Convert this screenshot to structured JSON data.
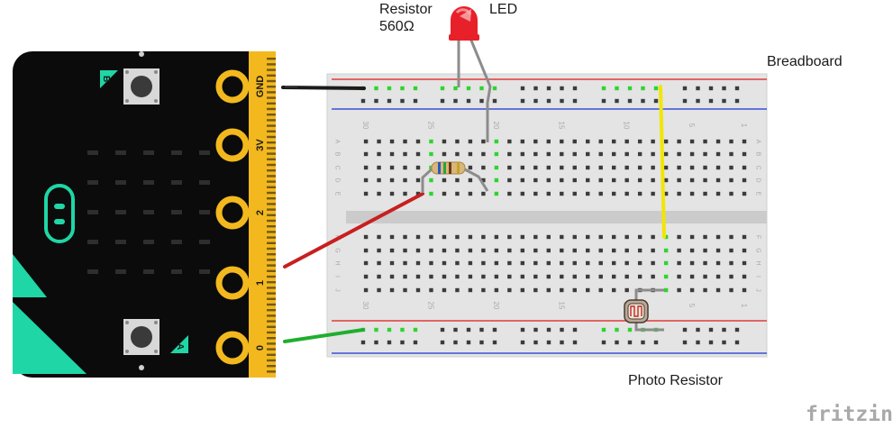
{
  "labels": {
    "resistor_line1": "Resistor",
    "resistor_line2": "560Ω",
    "led": "LED",
    "breadboard": "Breadboard",
    "photo_resistor": "Photo Resistor",
    "brand": "fritzing"
  },
  "microbit": {
    "pins": [
      "GND",
      "3V",
      "2",
      "1",
      "0"
    ],
    "buttons": [
      "B",
      "A"
    ]
  },
  "breadboard": {
    "column_numbers": [
      "30",
      "25",
      "20",
      "15",
      "10",
      "5",
      "1"
    ],
    "row_letters_top": [
      "A",
      "B",
      "C",
      "D",
      "E"
    ],
    "row_letters_bottom": [
      "F",
      "G",
      "H",
      "I",
      "J"
    ]
  },
  "wire_colors": {
    "gnd": "#1b1b1b",
    "pin2": "#c81f1f",
    "pin0": "#1fae2e",
    "bridge": "#f2e600",
    "leg": "#8c8c8c"
  },
  "colors": {
    "board_black": "#0b0b0b",
    "gold": "#f2b81e",
    "teal": "#1fd6a6",
    "led_red": "#e8202a",
    "hole": "#3b3b3b",
    "hole_active": "#2ed42e",
    "rail_red": "#e23b3b",
    "rail_blue": "#3b4fd8"
  }
}
